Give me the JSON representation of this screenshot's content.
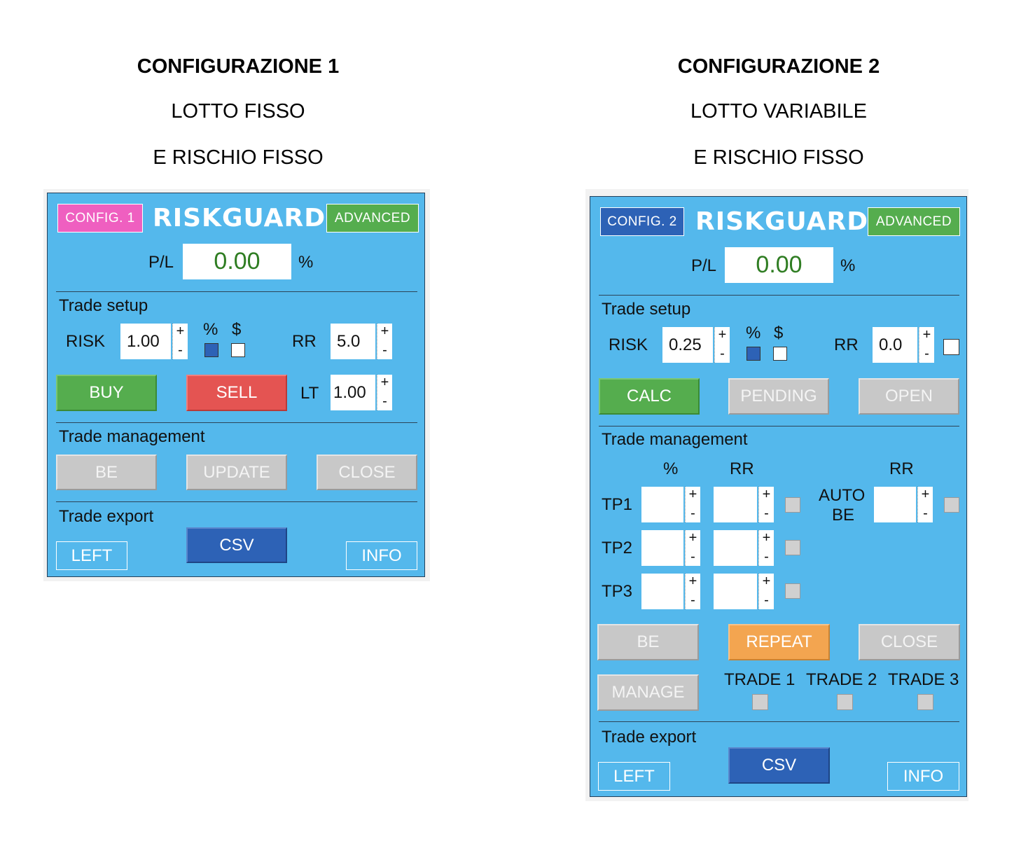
{
  "colors": {
    "panel_bg": "#54b8ec",
    "config1_badge": "#ef5fc0",
    "config2_badge": "#2d62b6",
    "advanced_badge": "#55ad4e",
    "pl_value": "#2f7d22",
    "buy": "#55ad4e",
    "sell": "#e45452",
    "repeat": "#f3a550",
    "csv": "#2d62b6",
    "disabled": "#c8c8c8"
  },
  "left": {
    "heading": "CONFIGURAZIONE 1",
    "sub1": "LOTTO FISSO",
    "sub2": "E RISCHIO FISSO",
    "panel": {
      "config_badge": "CONFIG. 1",
      "title": "RISKGUARD",
      "advanced": "ADVANCED",
      "pl_label": "P/L",
      "pl_value": "0.00",
      "pl_unit": "%",
      "trade_setup": "Trade setup",
      "risk_label": "RISK",
      "risk_value": "1.00",
      "pct_label": "%",
      "usd_label": "$",
      "rr_label": "RR",
      "rr_value": "5.0",
      "lt_label": "LT",
      "lt_value": "1.00",
      "plus": "+",
      "minus": "-",
      "buy": "BUY",
      "sell": "SELL",
      "trade_management": "Trade management",
      "be": "BE",
      "update": "UPDATE",
      "close": "CLOSE",
      "trade_export": "Trade export",
      "left_btn": "LEFT",
      "csv": "CSV",
      "info": "INFO"
    }
  },
  "right": {
    "heading": "CONFIGURAZIONE 2",
    "sub1": "LOTTO VARIABILE",
    "sub2": "E RISCHIO FISSO",
    "panel": {
      "config_badge": "CONFIG. 2",
      "title": "RISKGUARD",
      "advanced": "ADVANCED",
      "pl_label": "P/L",
      "pl_value": "0.00",
      "pl_unit": "%",
      "trade_setup": "Trade setup",
      "risk_label": "RISK",
      "risk_value": "0.25",
      "pct_label": "%",
      "usd_label": "$",
      "rr_label": "RR",
      "rr_value": "0.0",
      "plus": "+",
      "minus": "-",
      "calc": "CALC",
      "pending": "PENDING",
      "open": "OPEN",
      "trade_management": "Trade management",
      "col_pct": "%",
      "col_rr": "RR",
      "col_rr2": "RR",
      "tp1": "TP1",
      "tp2": "TP2",
      "tp3": "TP3",
      "auto": "AUTO",
      "be_short": "BE",
      "be": "BE",
      "repeat": "REPEAT",
      "close": "CLOSE",
      "manage": "MANAGE",
      "trade1": "TRADE 1",
      "trade2": "TRADE 2",
      "trade3": "TRADE 3",
      "trade_export": "Trade export",
      "left_btn": "LEFT",
      "csv": "CSV",
      "info": "INFO"
    }
  }
}
